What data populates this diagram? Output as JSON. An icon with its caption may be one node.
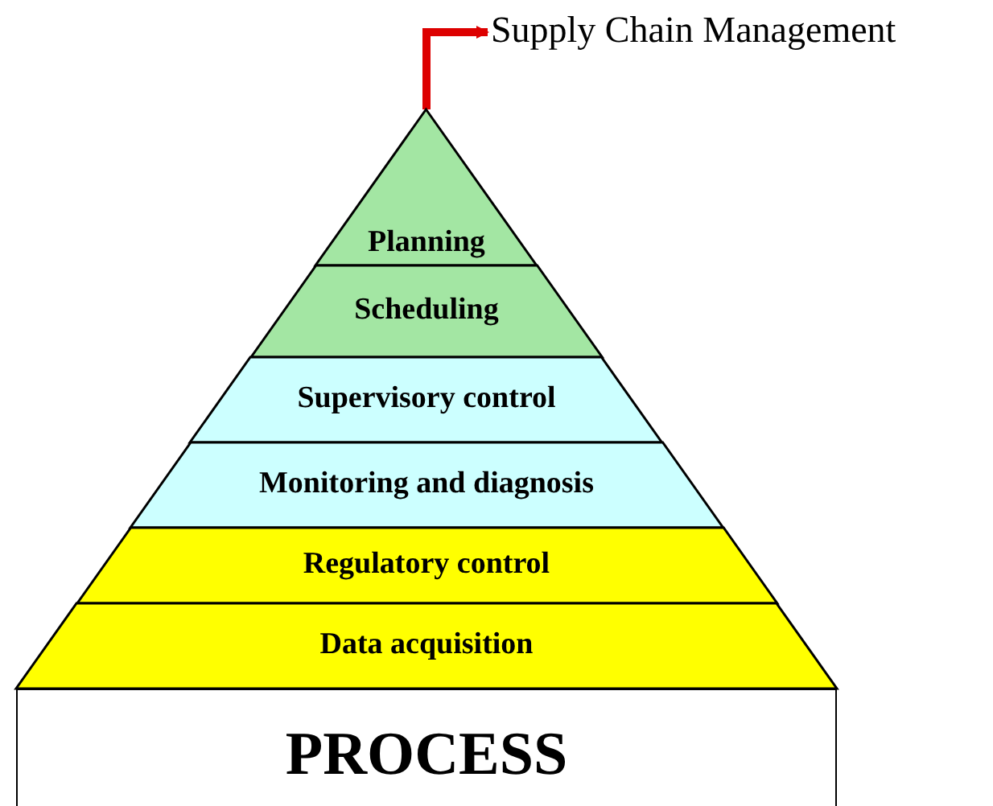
{
  "diagram": {
    "nodes": [
      {
        "text": [
          "Planning"
        ]
      },
      {
        "text": [
          "Scheduling"
        ]
      },
      {
        "text": [
          "Supervisory control"
        ]
      },
      {
        "text": [
          "Monitoring and diagnosis"
        ]
      },
      {
        "text": [
          "Regulatory control"
        ]
      },
      {
        "text": [
          "Data acquisition"
        ]
      },
      {
        "text": [
          "PROCESS"
        ]
      },
      {
        "text": [
          "Supply Chain Management"
        ]
      }
    ],
    "edges": [
      {
        "from": 0,
        "to": 7,
        "arrow": "to"
      }
    ]
  }
}
